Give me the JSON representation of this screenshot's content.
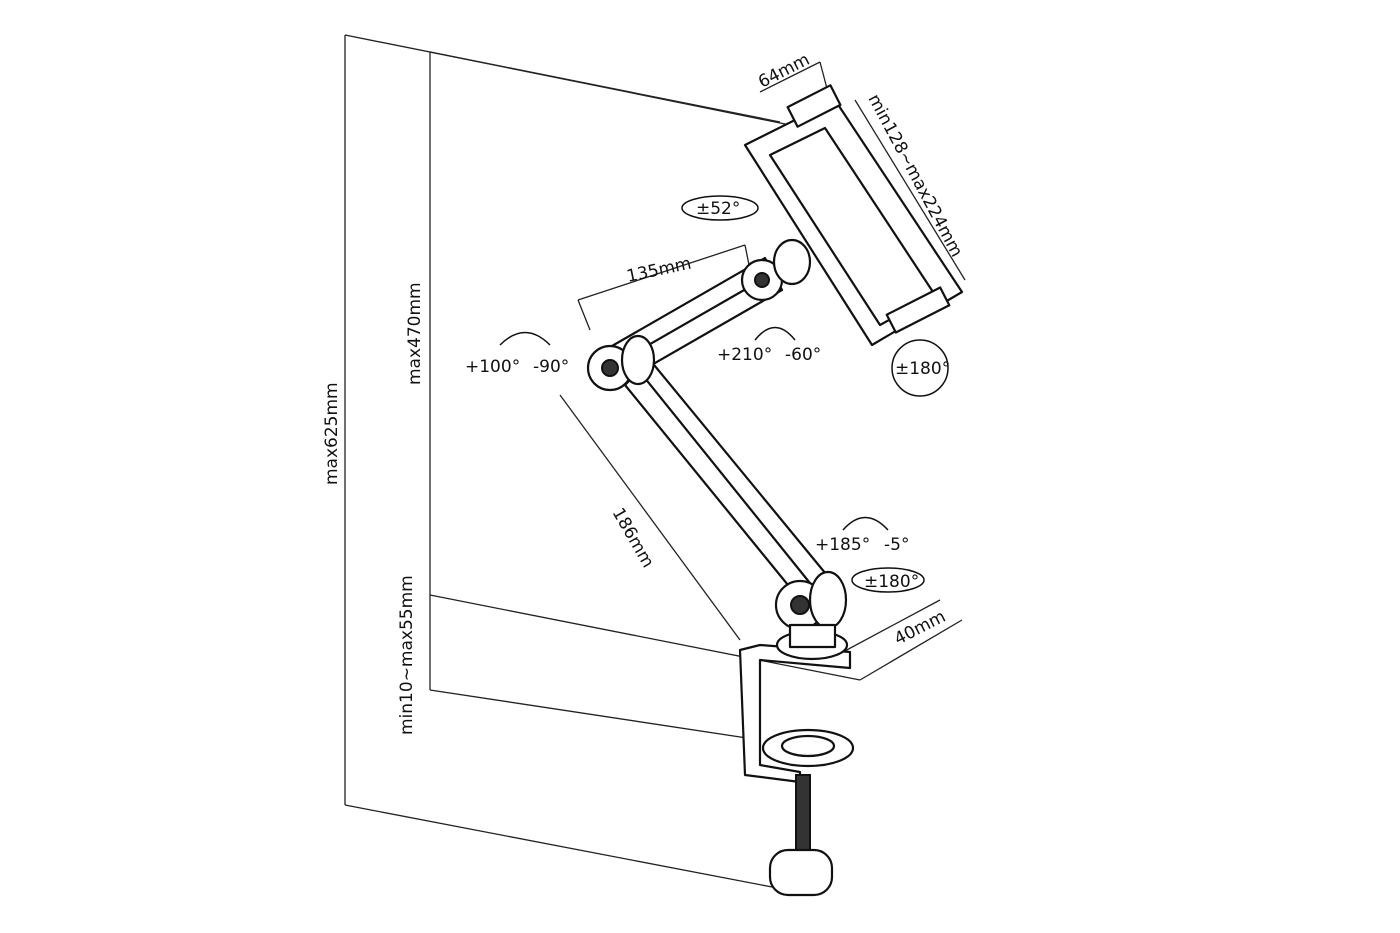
{
  "title": "Tablet arm mount dimension diagram",
  "dimensions": {
    "holder_depth": "64mm",
    "holder_range": "min128~max224mm",
    "upper_arm": "135mm",
    "lower_arm": "186mm",
    "max_height_arm": "max470mm",
    "max_height_total": "max625mm",
    "clamp_range": "min10~max55mm",
    "clamp_depth": "40mm"
  },
  "rotations": {
    "holder_tilt": "±52°",
    "elbow_up": "+100°",
    "elbow_down": "-90°",
    "head_up": "+210°",
    "head_down": "-60°",
    "holder_rotate": "±180°",
    "base_up": "+185°",
    "base_down": "-5°",
    "base_swivel": "±180°"
  },
  "colors": {
    "line": "#111111",
    "background": "#ffffff"
  }
}
